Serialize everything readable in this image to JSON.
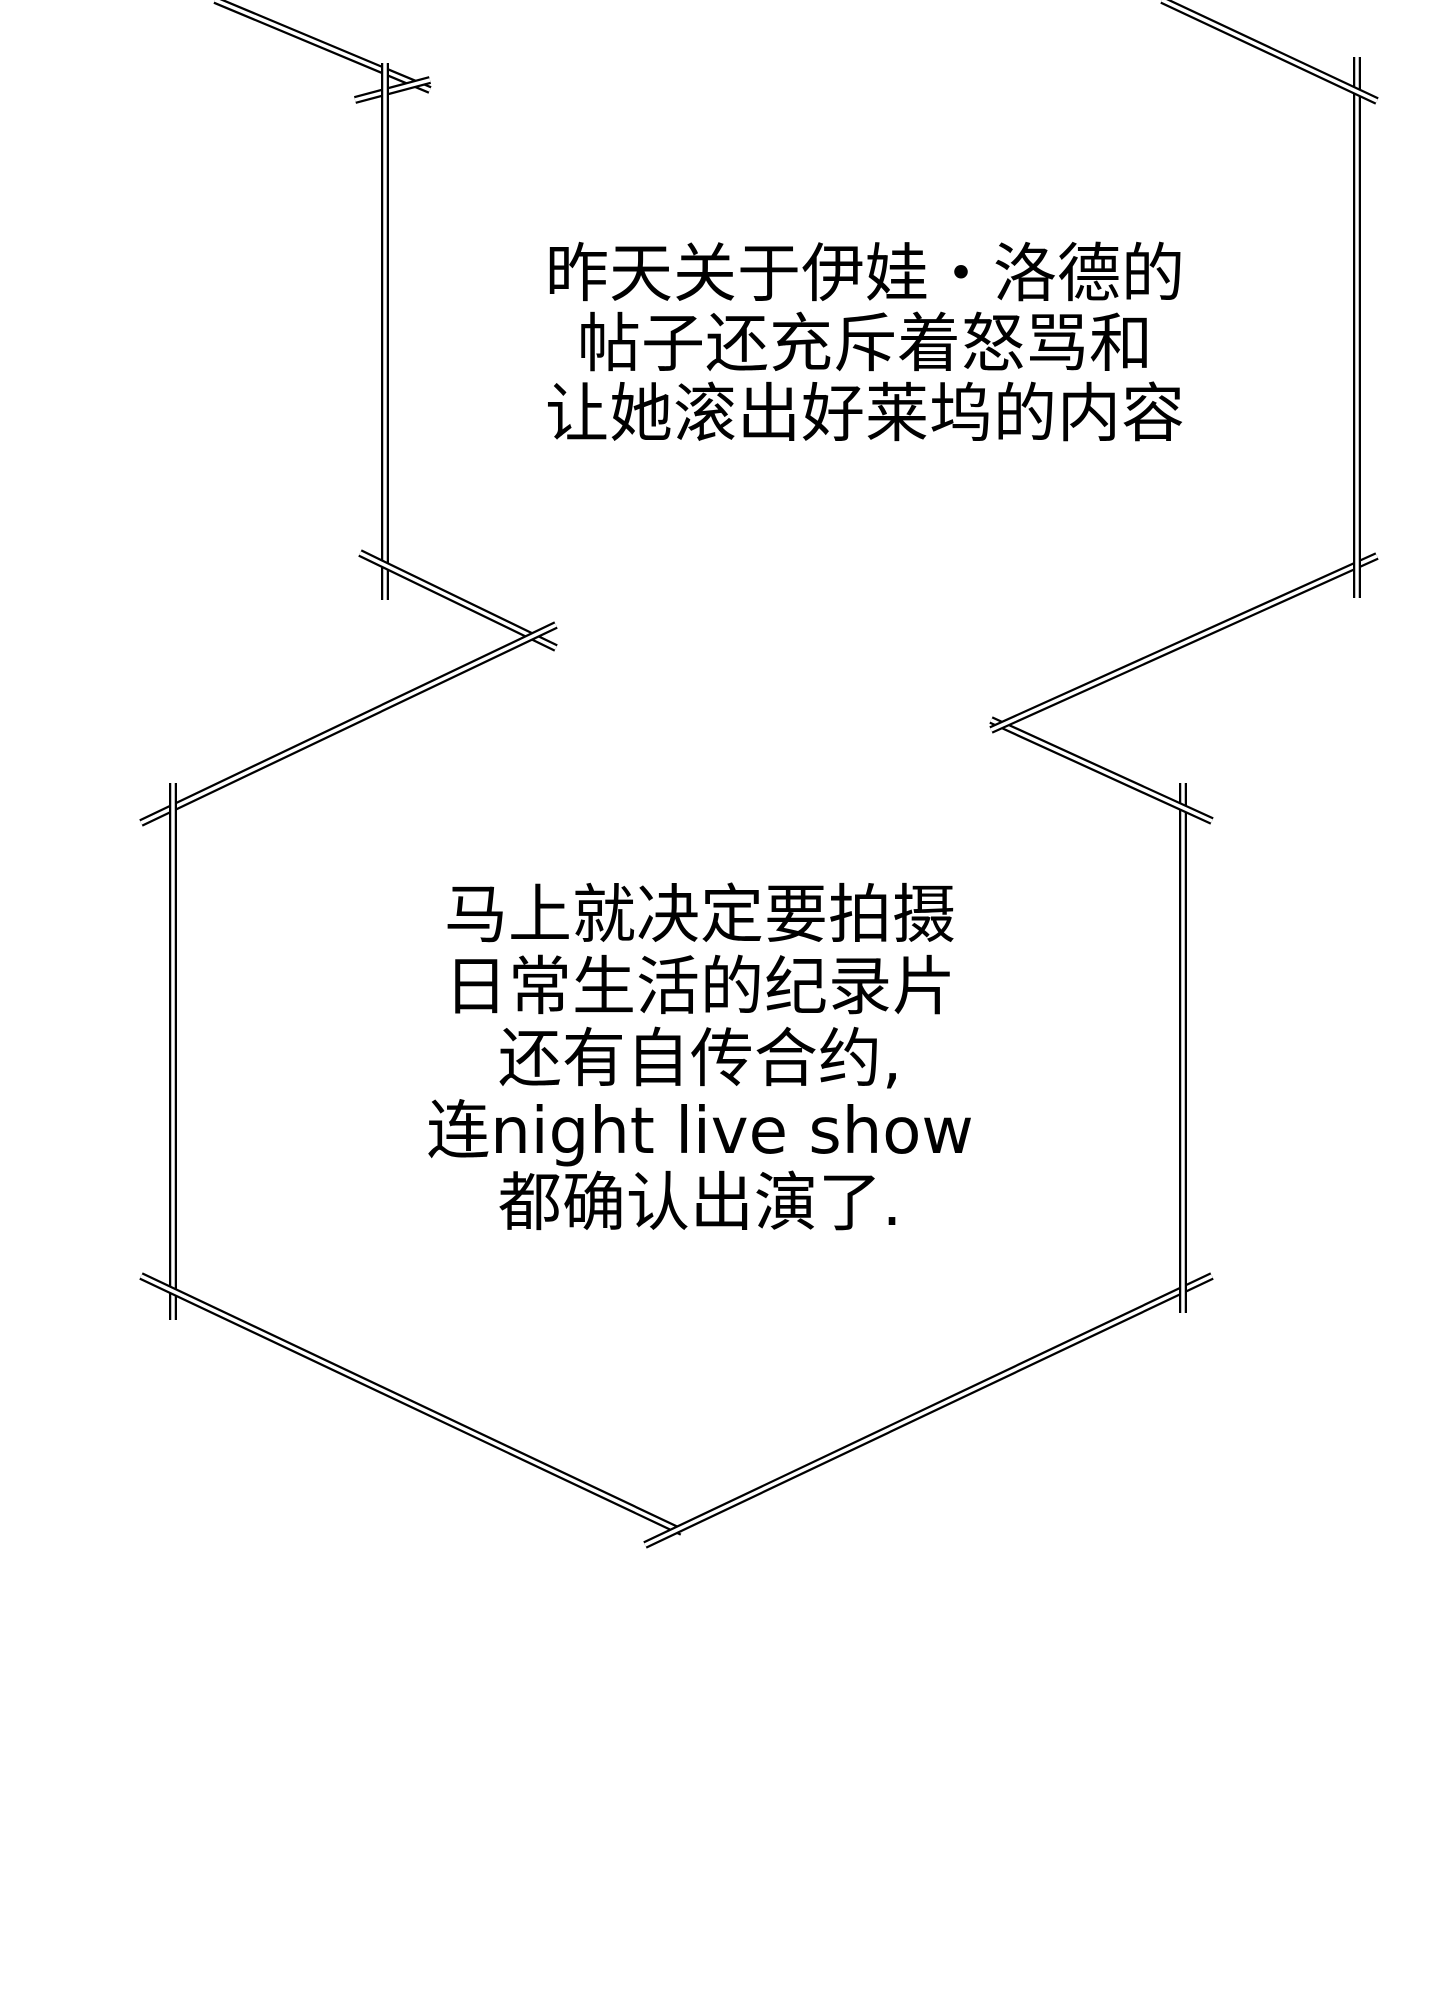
{
  "caption_1": {
    "lines": [
      "昨天关于伊娃・洛德的",
      "帖子还充斥着怒骂和",
      "让她滚出好莱坞的内容"
    ]
  },
  "caption_2": {
    "lines": [
      "马上就决定要拍摄",
      "日常生活的纪录片",
      "还有自传合约,",
      "连night live show",
      "都确认出演了."
    ]
  }
}
